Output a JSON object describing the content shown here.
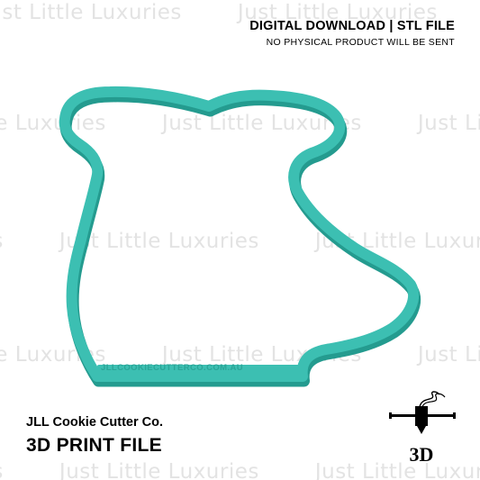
{
  "watermark": {
    "text": "Just Little Luxuries",
    "color": "#e3e3e3"
  },
  "header": {
    "title": "DIGITAL DOWNLOAD | STL FILE",
    "subtitle": "NO PHYSICAL PRODUCT WILL BE SENT"
  },
  "cutter": {
    "color": "#3cbfb2",
    "shade": "#249b8f",
    "embossed_text": "JLLCOOKIECUTTERCO.COM.AU"
  },
  "brand": {
    "name": "JLL Cookie Cutter Co.",
    "file_type": "3D PRINT FILE"
  },
  "icon": {
    "name": "3d-printer-icon",
    "label": "3D"
  }
}
